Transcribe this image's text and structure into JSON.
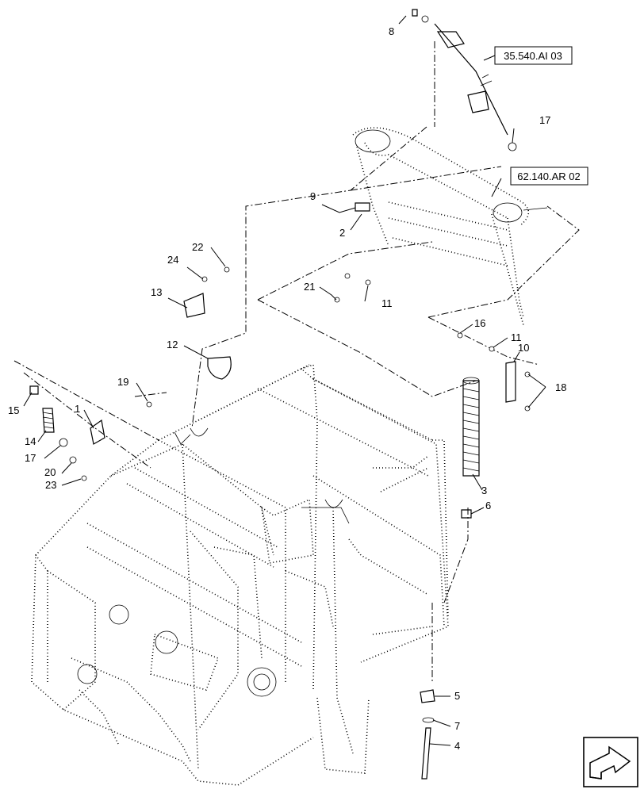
{
  "references": {
    "ref_a": "35.540.AI 03",
    "ref_b": "62.140.AR 02"
  },
  "callouts": {
    "c1": "1",
    "c2": "2",
    "c3": "3",
    "c4": "4",
    "c5": "5",
    "c6": "6",
    "c7": "7",
    "c8": "8",
    "c9": "9",
    "c10": "10",
    "c11a": "11",
    "c11b": "11",
    "c12": "12",
    "c13": "13",
    "c14": "14",
    "c15": "15",
    "c16": "16",
    "c17a": "17",
    "c17b": "17",
    "c18": "18",
    "c19": "19",
    "c20": "20",
    "c21": "21",
    "c22": "22",
    "c23": "23",
    "c24": "24"
  },
  "icons": {
    "nav": "arrow-nav-icon"
  }
}
